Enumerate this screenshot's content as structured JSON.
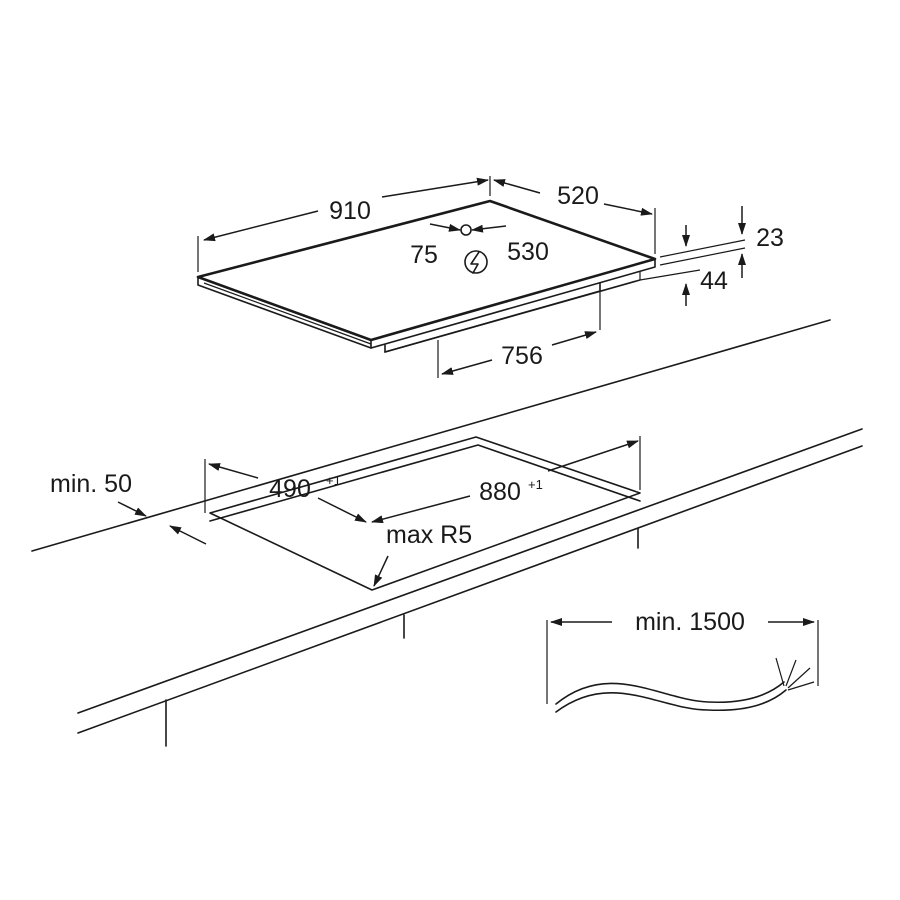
{
  "hob": {
    "width": "910",
    "depth": "520",
    "conn_offset": "75",
    "conn_depth": "530",
    "box_width": "756",
    "glass_thickness": "23",
    "box_height": "44",
    "power_icon": "lightning-bolt-icon"
  },
  "cutout": {
    "depth": "490",
    "depth_tol": "+1",
    "width": "880",
    "width_tol": "+1",
    "corner_radius": "max R5",
    "edge_distance": "min. 50"
  },
  "cable": {
    "length": "min. 1500"
  }
}
